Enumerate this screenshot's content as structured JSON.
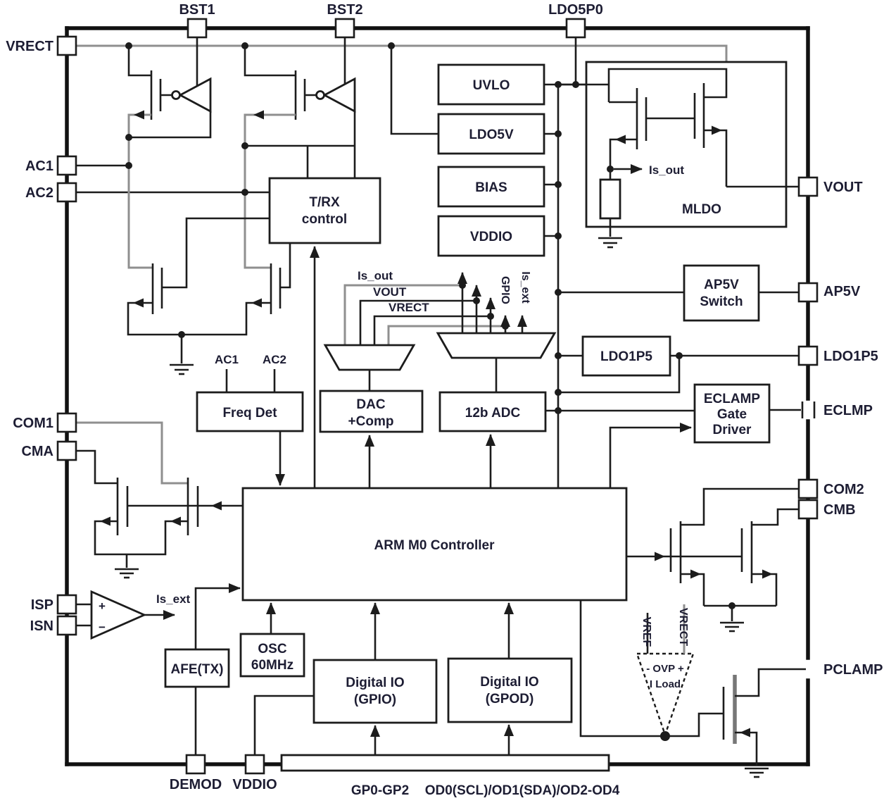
{
  "diagram": {
    "title": "wireless-power-receiver-ic-block-diagram",
    "pins": {
      "top": [
        {
          "label": "BST1"
        },
        {
          "label": "BST2"
        },
        {
          "label": "LDO5P0"
        }
      ],
      "left": [
        {
          "label": "VRECT"
        },
        {
          "label": "AC1"
        },
        {
          "label": "AC2"
        },
        {
          "label": "COM1"
        },
        {
          "label": "CMA"
        },
        {
          "label": "ISP"
        },
        {
          "label": "ISN"
        }
      ],
      "right": [
        {
          "label": "VOUT"
        },
        {
          "label": "AP5V"
        },
        {
          "label": "LDO1P5"
        },
        {
          "label": "ECLMP"
        },
        {
          "label": "COM2"
        },
        {
          "label": "CMB"
        },
        {
          "label": "PCLAMP"
        }
      ],
      "bottom": [
        {
          "label": "DEMOD"
        },
        {
          "label": "VDDIO"
        }
      ]
    },
    "blocks": {
      "uvlo": "UVLO",
      "ldo5v": "LDO5V",
      "bias": "BIAS",
      "vddio": "VDDIO",
      "mldo": "MLDO",
      "trx1": "T/RX",
      "trx2": "control",
      "freq_det": "Freq Det",
      "dac1": "DAC",
      "dac2": "+Comp",
      "adc": "12b ADC",
      "ap5v1": "AP5V",
      "ap5v2": "Switch",
      "ldo1p5": "LDO1P5",
      "eclamp1": "ECLAMP",
      "eclamp2": "Gate",
      "eclamp3": "Driver",
      "arm": "ARM M0 Controller",
      "osc1": "OSC",
      "osc2": "60MHz",
      "afe": "AFE(TX)",
      "dio1a": "Digital IO",
      "dio1b": "(GPIO)",
      "dio2a": "Digital IO",
      "dio2b": "(GPOD)"
    },
    "signals": {
      "is_out_mldo": "Is_out",
      "is_out": "Is_out",
      "vout": "VOUT",
      "vrect": "VRECT",
      "gpio": "GPIO",
      "is_ext_mux": "Is_ext",
      "ac1": "AC1",
      "ac2": "AC2",
      "is_ext": "Is_ext",
      "plus": "+",
      "minus": "−",
      "vref": "VREF",
      "vrect_ovp": "VRECT",
      "ovp": "- OVP +",
      "iload": "I Load"
    },
    "bus": {
      "gp": "GP0-GP2",
      "od": "OD0(SCL)/OD1(SDA)/OD2-OD4"
    }
  }
}
